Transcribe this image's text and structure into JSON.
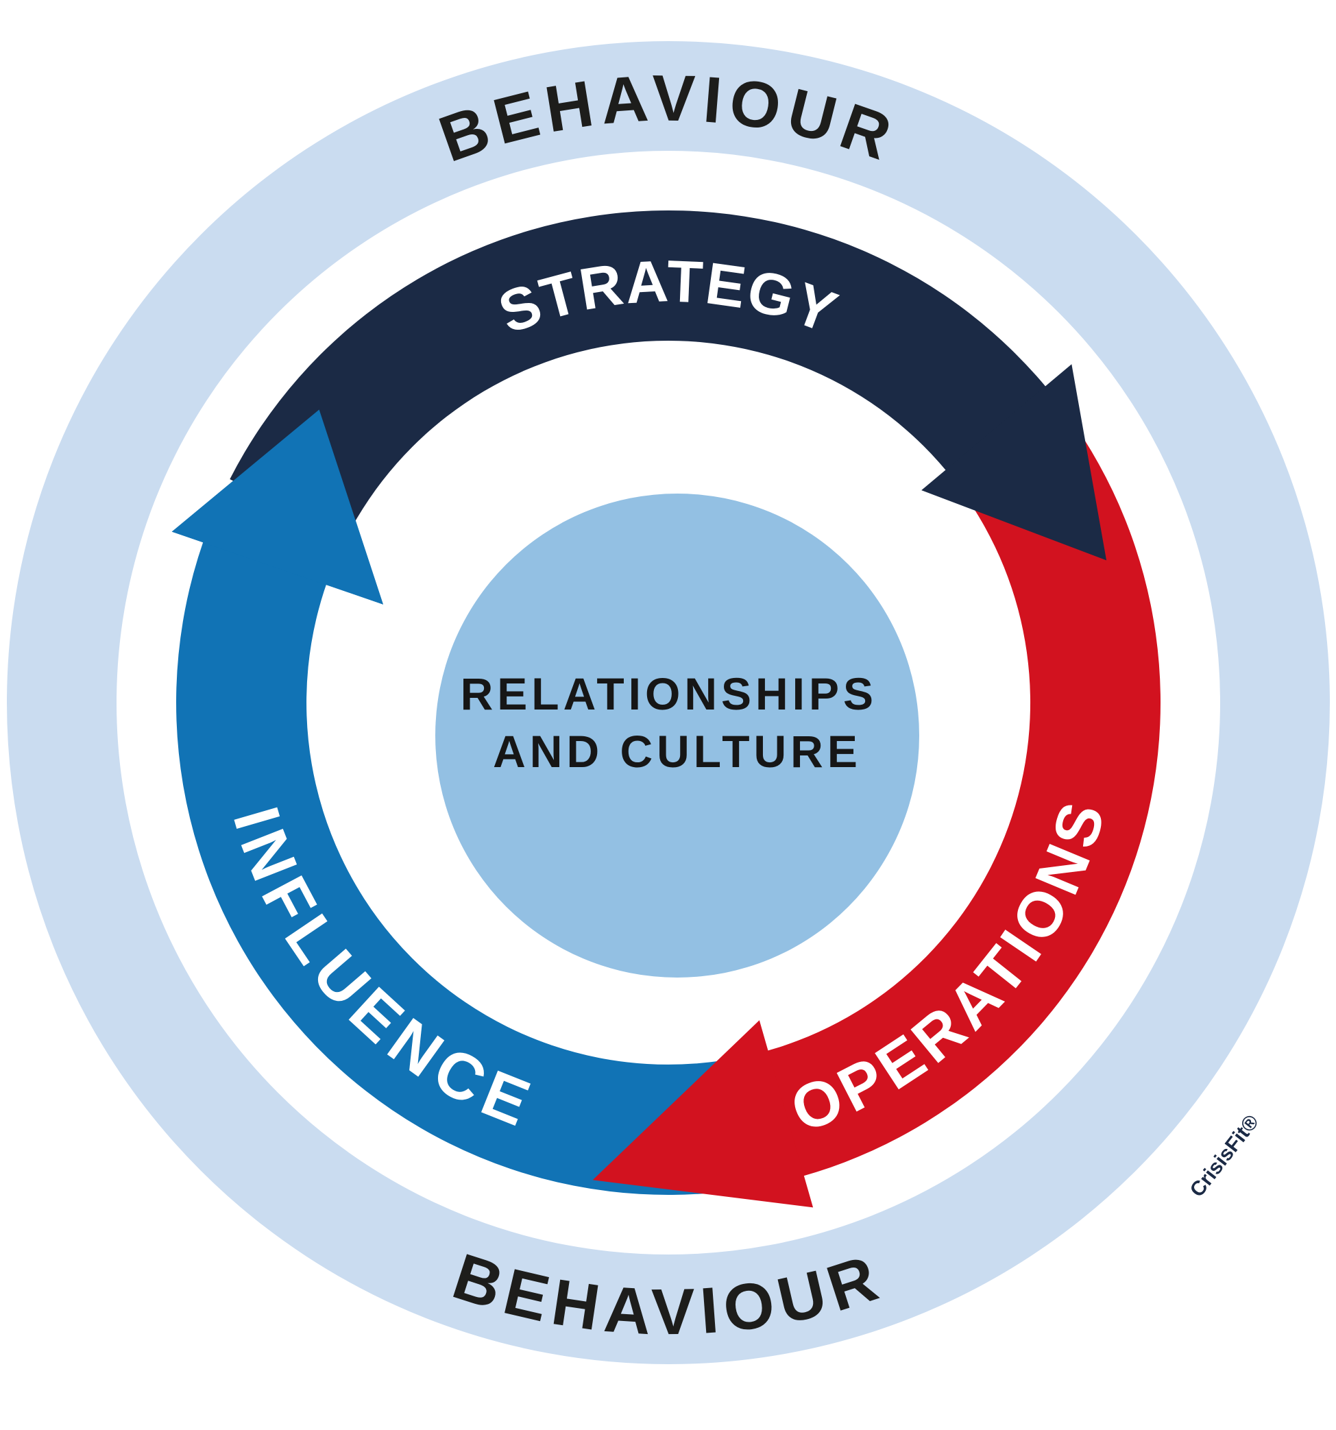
{
  "diagram": {
    "title_semantic": "CrisisFit behaviour cycle diagram",
    "colors": {
      "outer_ring": "#cadcf0",
      "navy": "#1b2a45",
      "red": "#d2121f",
      "blue": "#1173b5",
      "center_circle": "#93c0e3",
      "ring_text": "#1d1d1b",
      "center_text": "#161616",
      "arrow_text": "#ffffff",
      "watermark_text": "#1b2a45",
      "background": "#ffffff"
    },
    "labels": {
      "behaviour_top": "BEHAVIOUR",
      "behaviour_bottom": "BEHAVIOUR",
      "strategy": "STRATEGY",
      "operations": "OPERATIONS",
      "influence": "INFLUENCE",
      "center_line1": "RELATIONSHIPS",
      "center_line2": "AND CULTURE",
      "watermark": "CrisisFit®"
    },
    "cycle_order": [
      "STRATEGY",
      "OPERATIONS",
      "INFLUENCE"
    ],
    "cycle_direction": "clockwise"
  }
}
